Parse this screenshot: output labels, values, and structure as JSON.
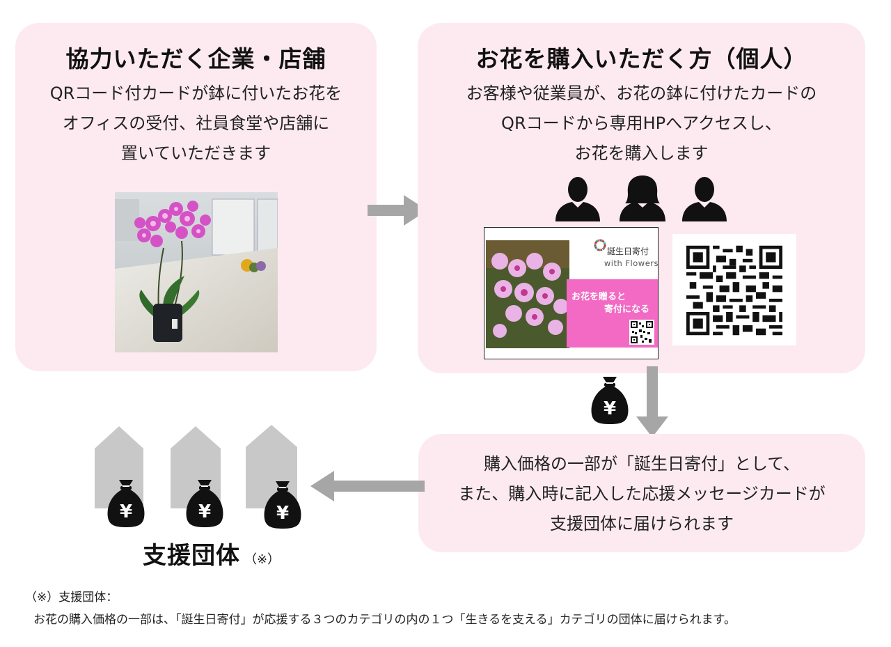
{
  "panel_partners": {
    "title": "協力いただく企業・店舗",
    "lines": [
      "QRコード付カードが鉢に付いたお花を",
      "オフィスの受付、社員食堂や店舗に",
      "置いていただきます"
    ]
  },
  "panel_buyers": {
    "title": "お花を購入いただく方（個人）",
    "lines": [
      "お客様や従業員が、お花の鉢に付けたカードの",
      "QRコードから専用HPへアクセスし、",
      "お花を購入します"
    ]
  },
  "card": {
    "title": "誕生日寄付",
    "subtitle": "with Flowers",
    "pink_line1": "お花を贈ると",
    "pink_line2": "寄付になる"
  },
  "panel_result": {
    "lines": [
      "購入価格の一部が「誕生日寄付」として、",
      "また、購入時に記入した応援メッセージカードが",
      "支援団体に届けられます"
    ]
  },
  "organizations": {
    "label": "支援団体",
    "mark": "（※）"
  },
  "footnote": {
    "heading": "（※）支援団体：",
    "text": "お花の購入価格の一部は、「誕生日寄付」が応援する３つのカテゴリの内の１つ「生きるを支える」カテゴリの団体に届けられます。"
  },
  "icons": {
    "money_bag": "yen-money-bag-icon",
    "person": "person-silhouette-icon",
    "house": "house-icon",
    "arrow": "arrow-icon"
  },
  "colors": {
    "panel_bg": "#fdeaf1",
    "arrow": "#a6a6a6",
    "house": "#c8c8c8",
    "card_pink": "#f26ac3",
    "icon_black": "#111111"
  }
}
